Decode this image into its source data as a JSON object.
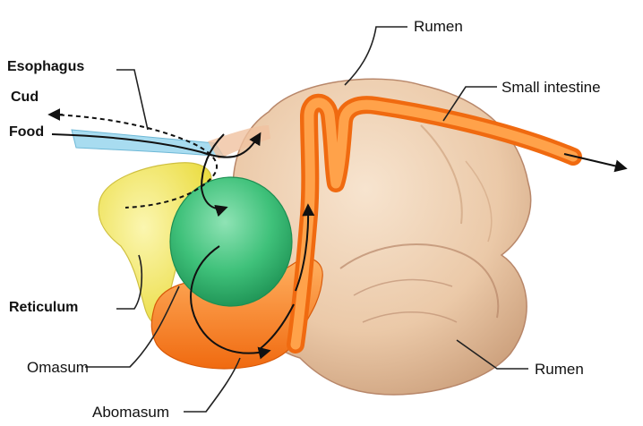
{
  "diagram": {
    "labels": {
      "rumen_top": "Rumen",
      "small_intestine": "Small intestine",
      "esophagus": "Esophagus",
      "cud": "Cud",
      "food": "Food",
      "reticulum": "Reticulum",
      "omasum": "Omasum",
      "abomasum": "Abomasum",
      "rumen_bottom": "Rumen"
    },
    "colors": {
      "rumen": "#EBC9A8",
      "rumen_shadow": "#C99C78",
      "reticulum": "#F4EC6A",
      "omasum": "#3FC17A",
      "abomasum": "#F27A1E",
      "intestine": "#F58A22",
      "esophagus": "#A8DCF0",
      "leader": "#222222"
    }
  }
}
